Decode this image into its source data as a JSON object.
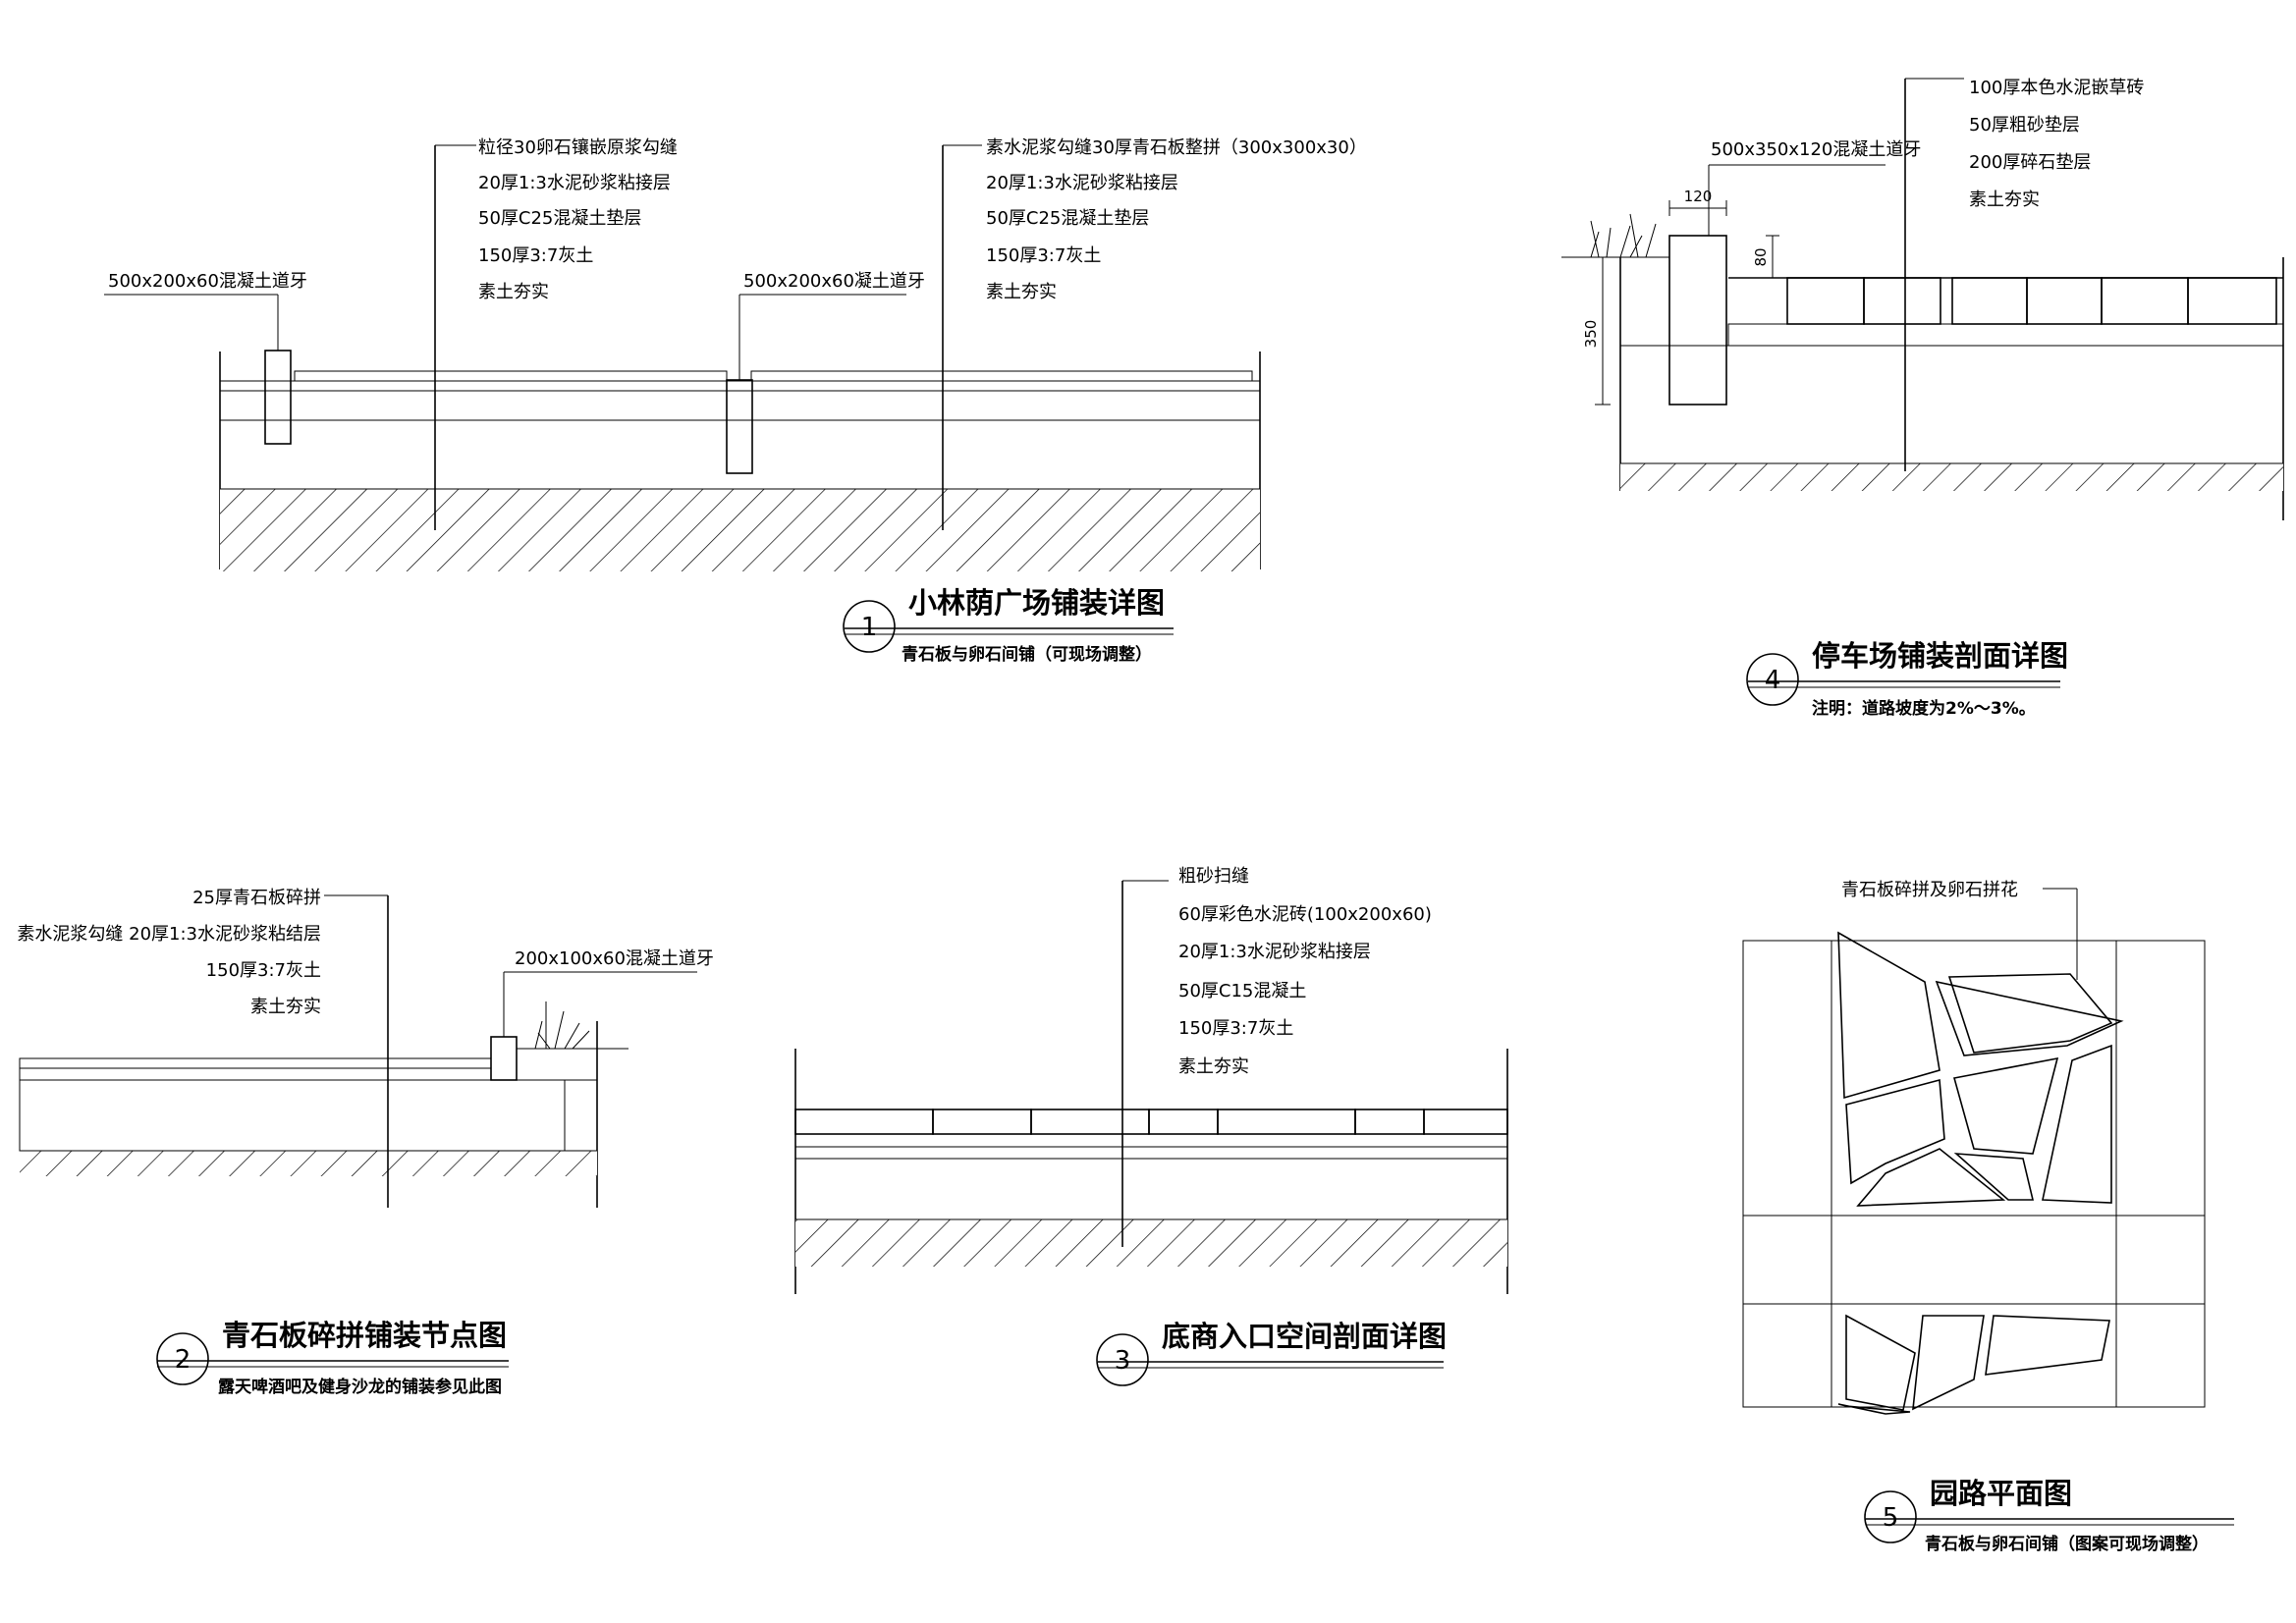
{
  "detail1": {
    "number": "1",
    "title": "小林荫广场铺装详图",
    "subtitle": "青石板与卵石间铺（可现场调整）",
    "labels_left": [
      "粒径30卵石镶嵌原浆勾缝",
      "20厚1:3水泥砂浆粘接层",
      "50厚C25混凝土垫层",
      "150厚3:7灰土",
      "素土夯实"
    ],
    "labels_right": [
      "素水泥浆勾缝30厚青石板整拼（300x300x30）",
      "20厚1:3水泥砂浆粘接层",
      "50厚C25混凝土垫层",
      "150厚3:7灰土",
      "素土夯实"
    ],
    "curb_left": "500x200x60混凝土道牙",
    "curb_mid": "500x200x60凝土道牙"
  },
  "detail2": {
    "number": "2",
    "title": "青石板碎拼铺装节点图",
    "subtitle": "露天啤酒吧及健身沙龙的铺装参见此图",
    "labels": [
      "25厚青石板碎拼",
      "素水泥浆勾缝 20厚1:3水泥砂浆粘结层",
      "150厚3:7灰土",
      "素土夯实"
    ],
    "curb": "200x100x60混凝土道牙"
  },
  "detail3": {
    "number": "3",
    "title": "底商入口空间剖面详图",
    "labels": [
      "粗砂扫缝",
      "60厚彩色水泥砖(100x200x60)",
      "20厚1:3水泥砂浆粘接层",
      "50厚C15混凝土",
      "150厚3:7灰土",
      "素土夯实"
    ]
  },
  "detail4": {
    "number": "4",
    "title": "停车场铺装剖面详图",
    "subtitle": "注明：道路坡度为2%～3%。",
    "labels": [
      "100厚本色水泥嵌草砖",
      "50厚粗砂垫层",
      "200厚碎石垫层",
      "素土夯实"
    ],
    "curb": "500x350x120混凝土道牙",
    "dim_width": "120",
    "dim_height": "350",
    "dim_small": "80"
  },
  "detail5": {
    "number": "5",
    "title": "园路平面图",
    "subtitle": "青石板与卵石间铺（图案可现场调整）",
    "label": "青石板碎拼及卵石拼花"
  }
}
